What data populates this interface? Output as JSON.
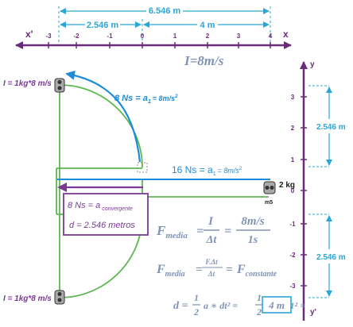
{
  "colors": {
    "axis": "#6b2a7a",
    "dim": "#2aa7d6",
    "green": "#5cb84e",
    "blue": "#1f8bd8",
    "purple": "#7a3a94",
    "formula": "#7f93b6",
    "dark": "#1a1a1a"
  },
  "top_dimensions": {
    "total": "6.546 m",
    "left": "2.546 m",
    "right": "4 m"
  },
  "x_axis": {
    "left_label": "x'",
    "right_label": "x",
    "ticks": [
      "-3",
      "-2",
      "-1",
      "0",
      "1",
      "2",
      "3",
      "4"
    ]
  },
  "y_axis": {
    "top_label": "y",
    "bottom_label": "y'",
    "ticks": [
      "3",
      "2",
      "1",
      "0",
      "-1",
      "-2",
      "-3"
    ],
    "upper_dim": "2.546 m",
    "lower_dim": "2.546 m"
  },
  "impulse": "I=8m/s",
  "mass_top_label": "I = 1kg*8 m/s",
  "mass_bottom_label": "I = 1kg*8 m/s",
  "arc_arrow_label": "8 Ns = a",
  "arc_arrow_sub": "1",
  "arc_arrow_value": "= 8m/s",
  "arc_arrow_sup": "2",
  "straight_arrow_label": "16 Ns = a",
  "straight_arrow_sub": "1",
  "straight_arrow_value": "= 8m/s",
  "straight_arrow_sup": "2",
  "box": {
    "line1_main": "8 Ns = a",
    "line1_sub": "convergente",
    "line2": "d = 2.546 metros"
  },
  "right_mass": {
    "kg": "2 kg",
    "ms": "m5"
  },
  "formulas": {
    "fmedia_lhs": "F",
    "fmedia_sub": "media",
    "fmedia_num": "I",
    "fmedia_den": "Δt",
    "fmedia_num2": "8m/s",
    "fmedia_den2": "1s",
    "fconst_num": "F.Δt",
    "fconst_den": "Δt",
    "fconst_rhs": "F",
    "fconst_sub": "constante",
    "dist_lhs": "d =",
    "dist_half": "1",
    "dist_two": "2",
    "dist_mid": "a ∗ dt² =",
    "dist_mid2": "∗ 8 ∗ 1² =",
    "dist_result": "4 m"
  }
}
